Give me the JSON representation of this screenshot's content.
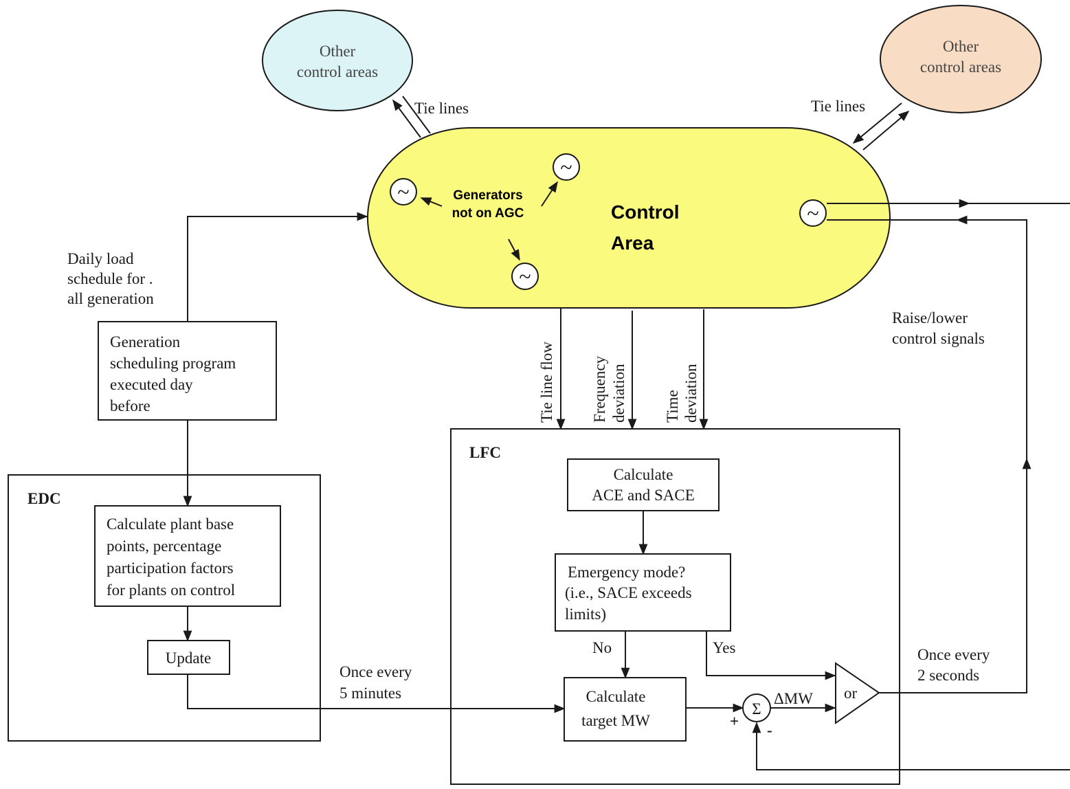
{
  "other_area_left": {
    "line1": "Other",
    "line2": "control areas",
    "fill": "#dcf4f6"
  },
  "other_area_right": {
    "line1": "Other",
    "line2": "control areas",
    "fill": "#f9dcc4"
  },
  "tie_lines_left": "Tie lines",
  "tie_lines_right": "Tie lines",
  "control_area": {
    "line1": "Control",
    "line2": "Area",
    "fill": "#fafa7f"
  },
  "generators_label": {
    "line1": "Generators",
    "line2": "not on AGC"
  },
  "generator_symbol": "~",
  "daily_load": {
    "line1": "Daily load",
    "line2": "schedule for .",
    "line3": "all generation"
  },
  "gen_sched_box": {
    "line1": "Generation",
    "line2": "scheduling program",
    "line3": "executed day",
    "line4": "before"
  },
  "edc": {
    "title": "EDC",
    "calc_box": {
      "line1": "Calculate plant base",
      "line2": "points, percentage",
      "line3": "participation factors",
      "line4": "for plants on control"
    },
    "update": "Update"
  },
  "once_5min": {
    "line1": "Once every",
    "line2": "5 minutes"
  },
  "signals": {
    "tie_line_flow": "Tie line flow",
    "freq_1": "Frequency",
    "freq_2": "deviation",
    "time_1": "Time",
    "time_2": "deviation"
  },
  "lfc": {
    "title": "LFC",
    "ace_box": {
      "line1": "Calculate",
      "line2": "ACE and SACE"
    },
    "emergency_box": {
      "line1": "Emergency mode?",
      "line2": "(i.e., SACE exceeds",
      "line3": "limits)"
    },
    "no": "No",
    "yes": "Yes",
    "target_box": {
      "line1": "Calculate",
      "line2": "target MW"
    },
    "sigma": "Σ",
    "plus": "+",
    "minus": "-",
    "delta_mw": "ΔMW",
    "or": "or"
  },
  "raise_lower": {
    "line1": "Raise/lower",
    "line2": "control signals"
  },
  "once_2sec": {
    "line1": "Once every",
    "line2": "2 seconds"
  }
}
